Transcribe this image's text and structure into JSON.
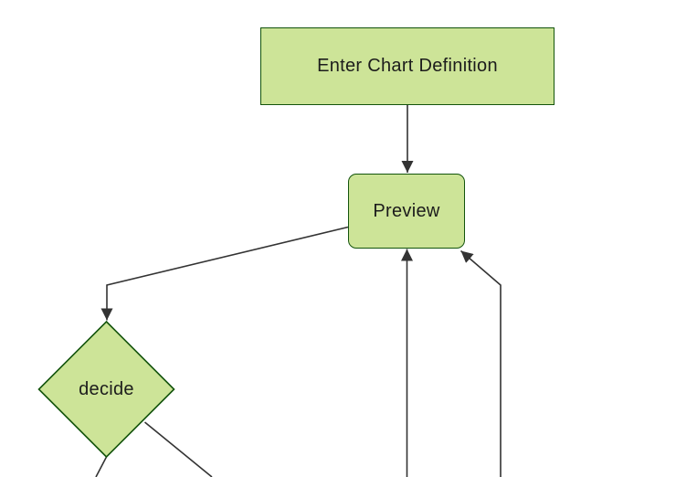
{
  "diagram": {
    "type": "flowchart",
    "direction": "top-down",
    "colors": {
      "canvas_bg": "#ffffff",
      "node_fill": "#cde498",
      "node_border": "#13540c",
      "edge_stroke": "#333333",
      "label_color": "#1c1c1c"
    },
    "nodes": [
      {
        "id": "definition",
        "label": "Enter Chart Definition",
        "shape": "rectangle"
      },
      {
        "id": "preview",
        "label": "Preview",
        "shape": "rounded-rectangle"
      },
      {
        "id": "decide",
        "label": "decide",
        "shape": "diamond"
      }
    ],
    "edges": [
      {
        "from": "definition",
        "to": "preview",
        "arrowhead": true
      },
      {
        "from": "preview",
        "to": "decide",
        "arrowhead": true
      },
      {
        "from": "offscreen-bottom-center",
        "to": "preview",
        "arrowhead": true
      },
      {
        "from": "offscreen-bottom-right",
        "to": "preview",
        "arrowhead": true
      },
      {
        "from": "decide",
        "to": "offscreen-bottom-left",
        "arrowhead": false
      },
      {
        "from": "decide",
        "to": "offscreen-bottom-right",
        "arrowhead": false
      }
    ]
  }
}
